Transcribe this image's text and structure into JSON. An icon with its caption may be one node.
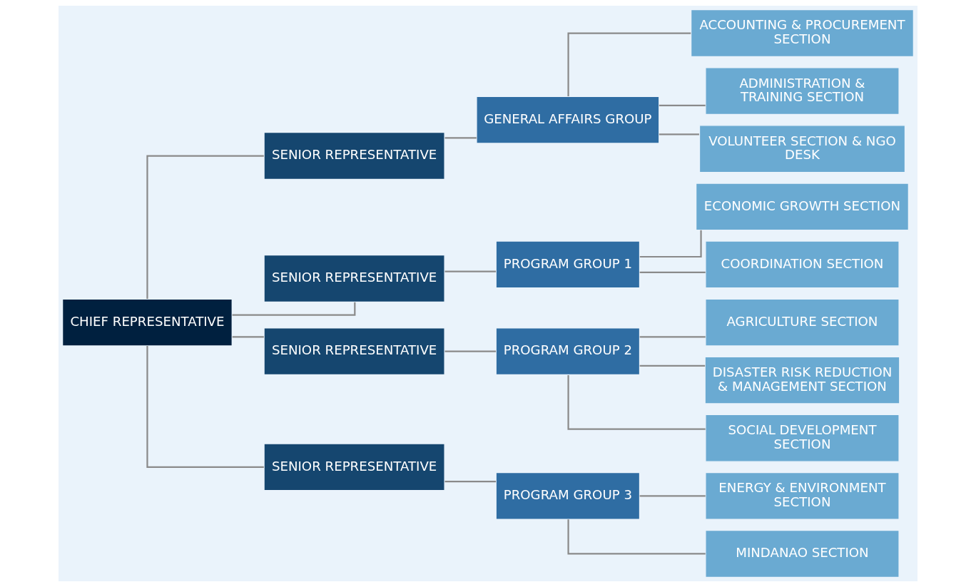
{
  "diagram": {
    "nodes": [
      {
        "text": [
          "CHIEF REPRESENTATIVE"
        ]
      },
      {
        "text": [
          "SENIOR REPRESENTATIVE"
        ]
      },
      {
        "text": [
          "GENERAL AFFAIRS GROUP"
        ]
      },
      {
        "text": [
          "ACCOUNTING & PROCUREMENT SECTION"
        ]
      },
      {
        "text": [
          "ADMINISTRATION & TRAINING SECTION"
        ]
      },
      {
        "text": [
          "VOLUNTEER SECTION & NGO DESK"
        ]
      },
      {
        "text": [
          "SENIOR REPRESENTATIVE"
        ]
      },
      {
        "text": [
          "PROGRAM GROUP 1"
        ]
      },
      {
        "text": [
          "ECONOMIC GROWTH SECTION"
        ]
      },
      {
        "text": [
          "COORDINATION SECTION"
        ]
      },
      {
        "text": [
          "SENIOR REPRESENTATIVE"
        ]
      },
      {
        "text": [
          "PROGRAM GROUP 2"
        ]
      },
      {
        "text": [
          "AGRICULTURE SECTION"
        ]
      },
      {
        "text": [
          "DISASTER RISK REDUCTION & MANAGEMENT SECTION"
        ]
      },
      {
        "text": [
          "SOCIAL DEVELOPMENT SECTION"
        ]
      },
      {
        "text": [
          "SENIOR REPRESENTATIVE"
        ]
      },
      {
        "text": [
          "PROGRAM GROUP 3"
        ]
      },
      {
        "text": [
          "ENERGY & ENVIRONMENT SECTION"
        ]
      },
      {
        "text": [
          "MINDANAO SECTION"
        ]
      }
    ],
    "edges": [
      {
        "from": 0,
        "to": 1,
        "arrow": "none"
      },
      {
        "from": 0,
        "to": 6,
        "arrow": "none"
      },
      {
        "from": 0,
        "to": 10,
        "arrow": "none"
      },
      {
        "from": 0,
        "to": 15,
        "arrow": "none"
      },
      {
        "from": 1,
        "to": 2,
        "arrow": "none"
      },
      {
        "from": 2,
        "to": 3,
        "arrow": "none"
      },
      {
        "from": 2,
        "to": 4,
        "arrow": "none"
      },
      {
        "from": 2,
        "to": 5,
        "arrow": "none"
      },
      {
        "from": 6,
        "to": 7,
        "arrow": "none"
      },
      {
        "from": 7,
        "to": 8,
        "arrow": "none"
      },
      {
        "from": 7,
        "to": 9,
        "arrow": "none"
      },
      {
        "from": 10,
        "to": 11,
        "arrow": "none"
      },
      {
        "from": 11,
        "to": 12,
        "arrow": "none"
      },
      {
        "from": 11,
        "to": 13,
        "arrow": "none"
      },
      {
        "from": 11,
        "to": 14,
        "arrow": "none"
      },
      {
        "from": 15,
        "to": 16,
        "arrow": "none"
      },
      {
        "from": 16,
        "to": 17,
        "arrow": "none"
      },
      {
        "from": 16,
        "to": 18,
        "arrow": "none"
      }
    ]
  }
}
